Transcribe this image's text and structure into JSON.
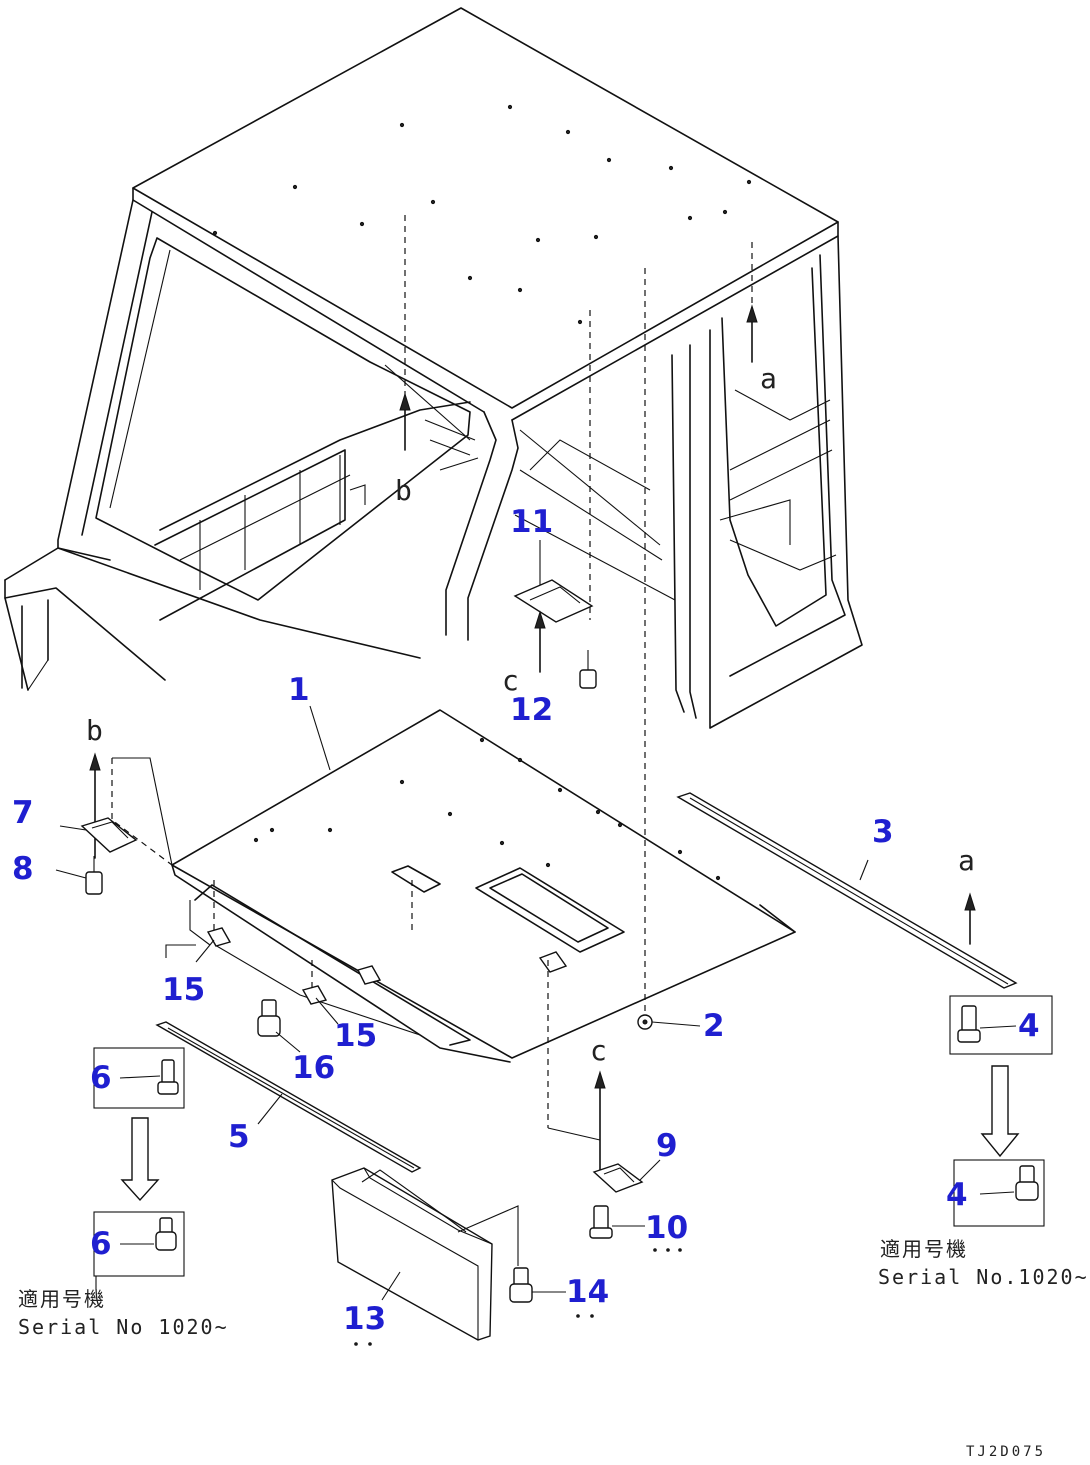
{
  "callouts": {
    "c1": "1",
    "c2": "2",
    "c3": "3",
    "c4a": "4",
    "c4b": "4",
    "c5": "5",
    "c6a": "6",
    "c6b": "6",
    "c7": "7",
    "c8": "8",
    "c9": "9",
    "c10": "10",
    "c11": "11",
    "c12": "12",
    "c13": "13",
    "c14": "14",
    "c15a": "15",
    "c15b": "15",
    "c16": "16"
  },
  "refs": {
    "a_top": "a",
    "a_right": "a",
    "b_cab": "b",
    "b_left": "b",
    "c_mid": "c",
    "c_low": "c"
  },
  "notes": {
    "right_line1": "適用号機",
    "right_line2": "Serial No.1020~",
    "left_line1": "適用号機",
    "left_line2": "Serial No 1020~"
  },
  "drawing_code": "TJ2D075",
  "colors": {
    "callout": "#1f1fd0",
    "line": "#111111"
  }
}
